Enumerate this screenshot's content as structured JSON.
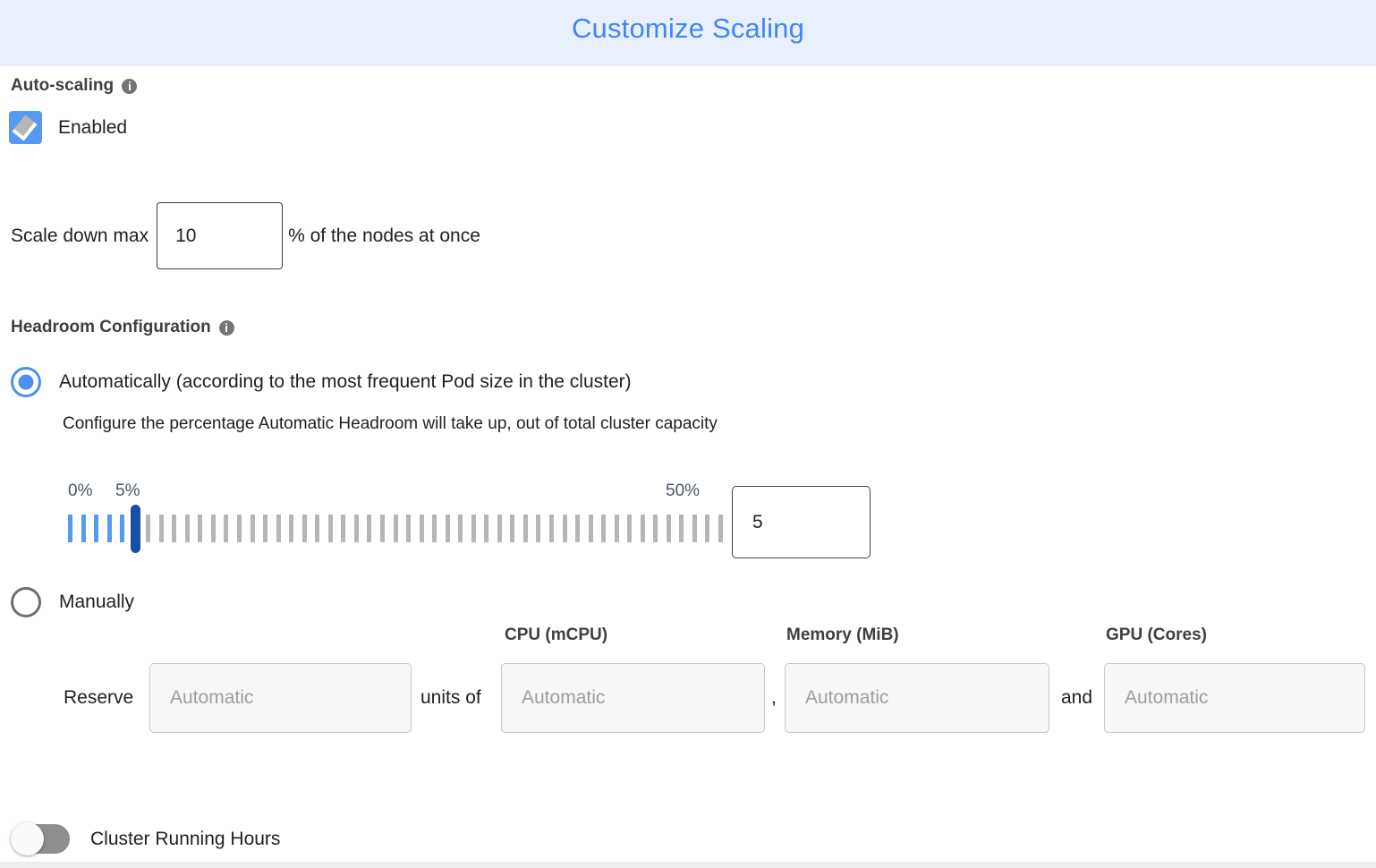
{
  "header": {
    "title": "Customize Scaling",
    "accent_color": "#4285f4",
    "background_color": "#e9f0fd"
  },
  "autoscaling": {
    "heading": "Auto-scaling",
    "info_icon": "info-icon",
    "checkbox": {
      "label": "Enabled",
      "checked": true,
      "color": "#5699f3"
    },
    "scale_down": {
      "prefix_label": "Scale down max",
      "value": "10",
      "suffix_label": "% of the nodes at once"
    }
  },
  "headroom": {
    "heading": "Headroom Configuration",
    "info_icon": "info-icon",
    "options": [
      {
        "id": "automatic",
        "label": "Automatically (according to the most frequent Pod size in the cluster)",
        "selected": true,
        "description": "Configure the percentage Automatic Headroom will take up, out of total cluster capacity"
      },
      {
        "id": "manual",
        "label": "Manually",
        "selected": false
      }
    ],
    "slider": {
      "min_label": "0%",
      "current_label": "5%",
      "max_label": "50%",
      "min": 0,
      "max": 50,
      "value": 5,
      "tick_count": 51,
      "filled_color": "#5699f3",
      "empty_color": "#b6b6b6",
      "thumb_color": "#174ea6",
      "value_input": "5"
    },
    "manual": {
      "reserve_label": "Reserve",
      "conjunction_units": "units of",
      "conjunction_comma": ",",
      "conjunction_and": "and",
      "columns": [
        {
          "header": "",
          "placeholder": "Automatic",
          "value": ""
        },
        {
          "header": "CPU (mCPU)",
          "placeholder": "Automatic",
          "value": ""
        },
        {
          "header": "Memory (MiB)",
          "placeholder": "Automatic",
          "value": ""
        },
        {
          "header": "GPU (Cores)",
          "placeholder": "Automatic",
          "value": ""
        }
      ]
    }
  },
  "cluster_running_hours": {
    "label": "Cluster Running Hours",
    "enabled": false
  }
}
